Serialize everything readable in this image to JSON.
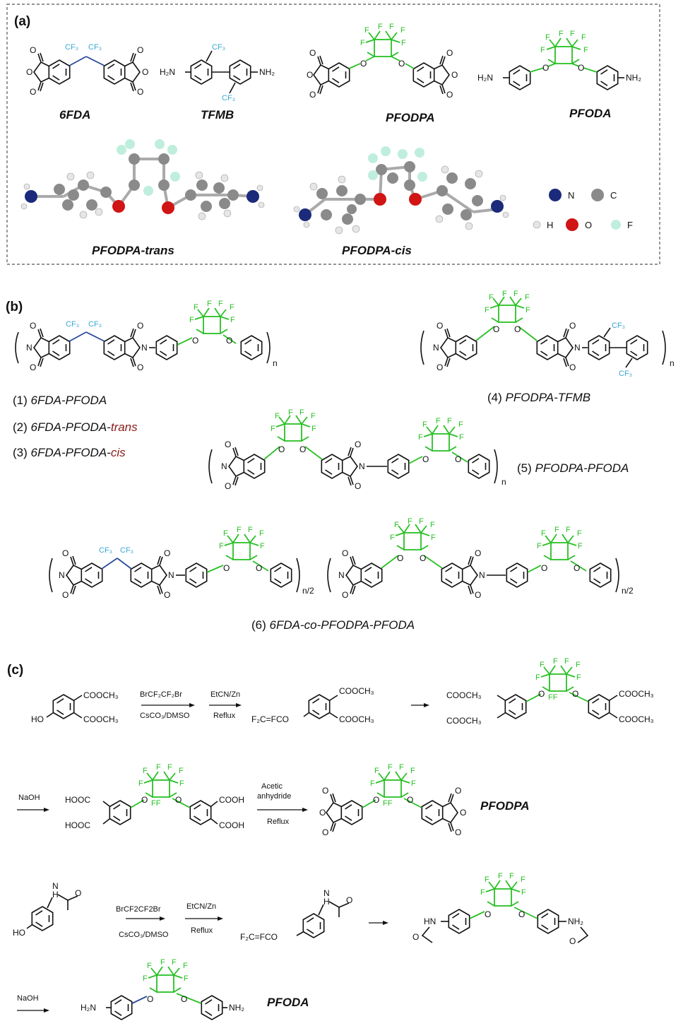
{
  "panels": {
    "a": "(a)",
    "b": "(b)",
    "c": "(c)"
  },
  "monomers": {
    "m1": "6FDA",
    "m2": "TFMB",
    "m3": "PFODPA",
    "m4": "PFODA",
    "conf_trans": "PFODPA-trans",
    "conf_cis": "PFODPA-cis"
  },
  "legend": {
    "N": "N",
    "C": "C",
    "H": "H",
    "O": "O",
    "F": "F"
  },
  "polymers": {
    "p1_num": "(1) ",
    "p1_name": "6FDA-PFODA",
    "p2_num": "(2) ",
    "p2_name": "6FDA-PFODA-",
    "p2_suffix": "trans",
    "p3_num": "(3) ",
    "p3_name": "6FDA-PFODA-",
    "p3_suffix": "cis",
    "p4_num": "(4) ",
    "p4_name": "PFODPA-TFMB",
    "p5_num": "(5) ",
    "p5_name": "PFODPA-PFODA",
    "p6_num": "(6) ",
    "p6_name": "6FDA-co-PFODPA-PFODA",
    "n": "n",
    "n_half": "n/2"
  },
  "atoms": {
    "O": "O",
    "N": "N",
    "F": "F",
    "H": "H",
    "CF3": "CF₃",
    "H2N": "H₂N",
    "NH2": "NH₂",
    "HO": "HO",
    "HN": "HN",
    "COOCH3": "COOCH₃",
    "COOH": "COOH",
    "HOOC": "HOOC",
    "F2C_FCO": "F₂C=FCO",
    "FF": "FF"
  },
  "reagents": {
    "r1_top": "BrCF₂CF₂Br",
    "r1_bot": "CsCO₃/DMSO",
    "r2_top": "EtCN/Zn",
    "r2_bot": "Reflux",
    "r3_top": "NaOH",
    "r4_top1": "Acetic",
    "r4_top2": "anhydride",
    "r4_bot": "Reflux",
    "r5_top": "BrCF2CF2Br",
    "r5_bot": "CsCO₃/DMSO",
    "r6_top": "EtCN/Zn",
    "r6_bot": "Reflux",
    "r7_top": "NaOH"
  },
  "products": {
    "prod1": "PFODPA",
    "prod2": "PFODA"
  },
  "colors": {
    "fluoro_ring": "#28c024",
    "cf3": "#3aa7d6",
    "bridge": "#2b4a9a",
    "atom_N": "#1b2a7a",
    "atom_C": "#8a8a8a",
    "atom_H": "#e6e6e6",
    "atom_O": "#d11414",
    "atom_F": "#bfeedd"
  }
}
